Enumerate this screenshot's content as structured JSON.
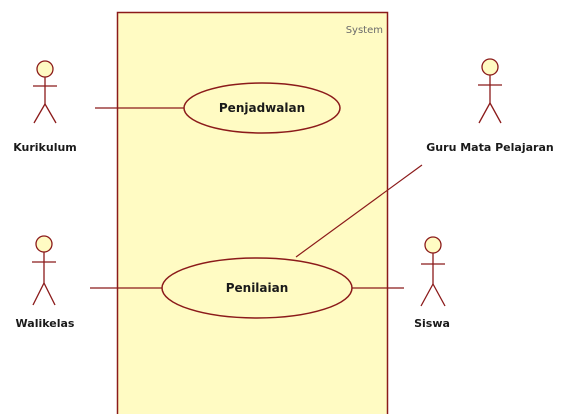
{
  "system": {
    "label": "System"
  },
  "use_cases": {
    "penjadwalan": "Penjadwalan",
    "penilaian": "Penilaian"
  },
  "actors": {
    "kurikulum": "Kurikulum",
    "walikelas": "Walikelas",
    "guru": "Guru Mata Pelajaran",
    "siswa": "Siswa"
  },
  "colors": {
    "stroke": "#8b1a1a",
    "fill": "#fffbc3",
    "text": "#1a1a1a",
    "system_label": "#6b6b6b"
  }
}
